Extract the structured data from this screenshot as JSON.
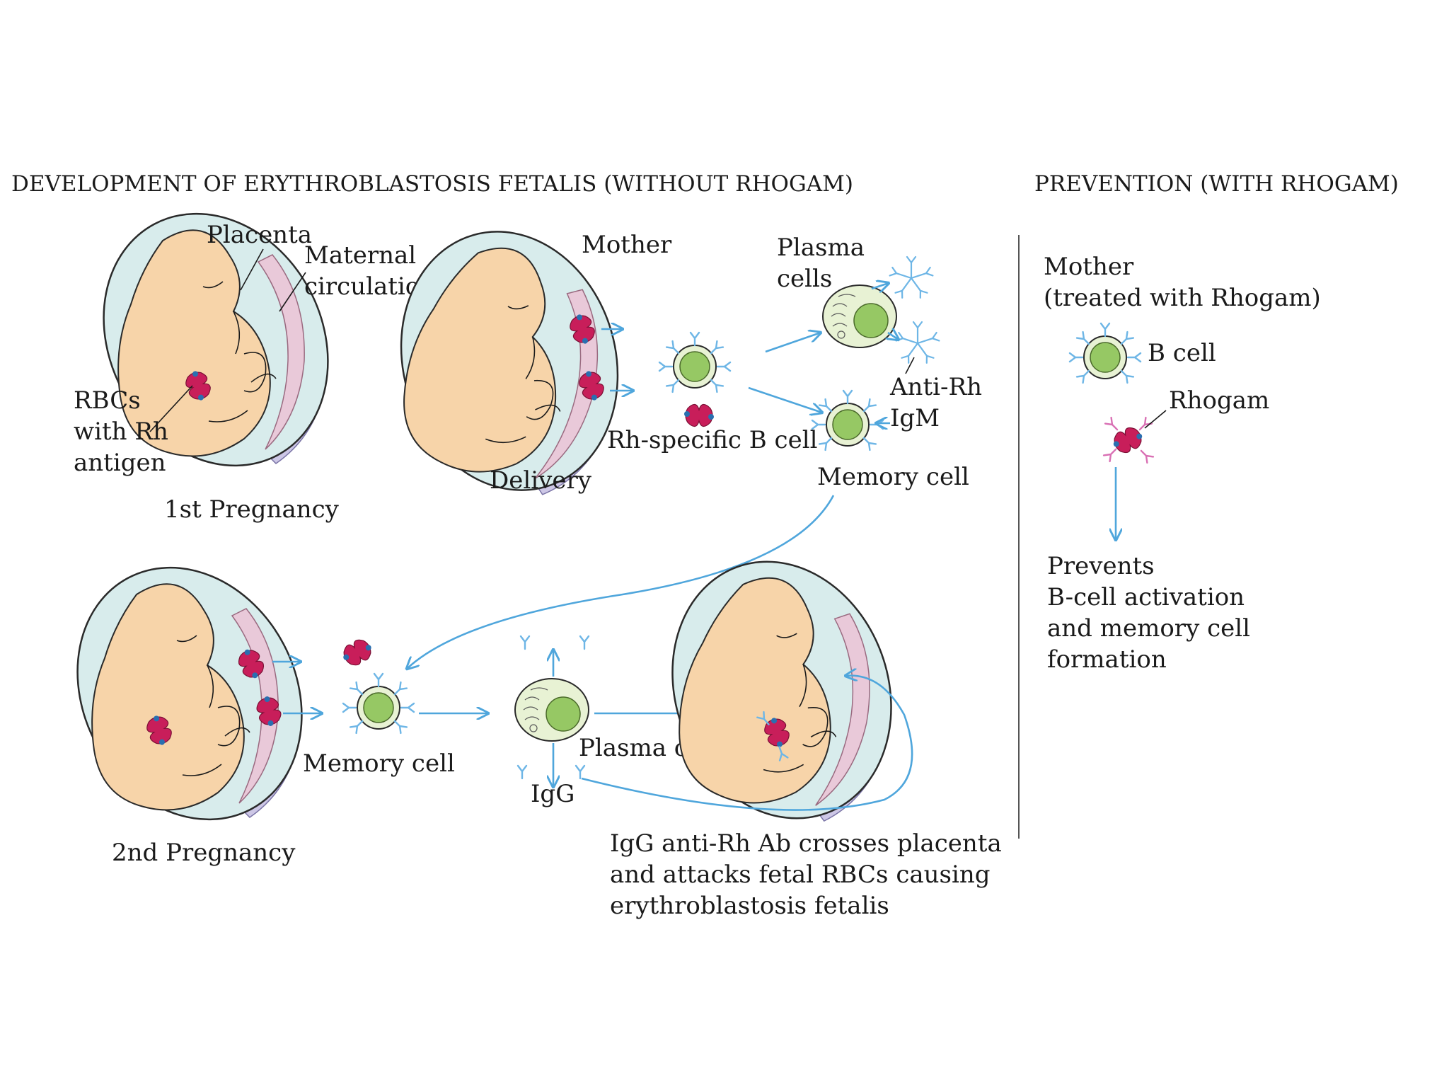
{
  "headers": {
    "left": "DEVELOPMENT OF ERYTHROBLASTOSIS FETALIS (WITHOUT RHOGAM)",
    "right": "PREVENTION (WITH RHOGAM)"
  },
  "first_pregnancy": {
    "placenta": "Placenta",
    "maternal_circulation_line1": "Maternal",
    "maternal_circulation_line2": "circulation",
    "rbcs_line1": "RBCs",
    "rbcs_line2": "with Rh",
    "rbcs_line3": "antigen",
    "caption": "1st Pregnancy"
  },
  "delivery": {
    "mother": "Mother",
    "caption": "Delivery",
    "b_cell": "Rh-specific B cell",
    "plasma_line1": "Plasma",
    "plasma_line2": "cells",
    "antirh_line1": "Anti-Rh",
    "antirh_line2": "IgM",
    "memory_cell": "Memory cell"
  },
  "second_pregnancy": {
    "caption": "2nd Pregnancy",
    "memory_cell": "Memory cell",
    "plasma_cells": "Plasma cells",
    "igg": "IgG",
    "result_line1": "IgG anti-Rh Ab crosses placenta",
    "result_line2": "and attacks fetal RBCs causing",
    "result_line3": "erythroblastosis fetalis"
  },
  "prevention": {
    "mother_line1": "Mother",
    "mother_line2": "(treated with Rhogam)",
    "b_cell": "B cell",
    "rhogam": "Rhogam",
    "result_line1": "Prevents",
    "result_line2": "B-cell activation",
    "result_line3": "and memory cell",
    "result_line4": "formation"
  },
  "icons": {
    "fetus": "fetus-in-uterus-icon",
    "rbc": "rh-positive-rbc-icon",
    "b_cell": "b-cell-icon",
    "plasma_cell": "plasma-cell-icon",
    "igm": "igm-pentamer-icon",
    "igg": "igg-antibody-icon",
    "rhogam": "rhogam-antibody-icon"
  },
  "colors": {
    "arrow": "#4fa6dc",
    "antibody": "#6eb6e6",
    "rbc": "#c81e5a",
    "cell_fill": "#96c864",
    "cell_ring": "#e8f2d4",
    "fetus": "#f7d4a9",
    "amniotic": "#d8ecec",
    "placenta": "#e9c9d9",
    "uterus_wall": "#cdc7e6",
    "rhogam": "#d970b4"
  }
}
